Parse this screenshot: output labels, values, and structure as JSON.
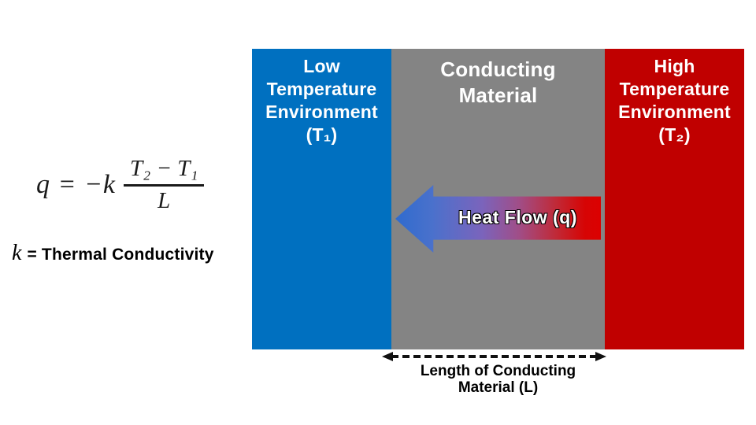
{
  "formula": {
    "lhs": "q = −k",
    "numerator": "T₂ − T₁",
    "denominator": "L",
    "k_symbol": "k",
    "k_definition": "= Thermal Conductivity"
  },
  "panels": {
    "low_temperature": {
      "label": "Low\nTemperature\nEnvironment\n(T₁)",
      "color": "#0070C0"
    },
    "conducting_material": {
      "label": "Conducting\nMaterial",
      "color": "#848484"
    },
    "high_temperature": {
      "label": "High\nTemperature\nEnvironment\n(T₂)",
      "color": "#C00000"
    }
  },
  "heat_arrow": {
    "label": "Heat Flow (q)",
    "direction": "right-to-left",
    "gradient_colors": [
      "#2F6BCE",
      "#7A64BC",
      "#C02A38",
      "#DC0000"
    ]
  },
  "length_indicator": {
    "label": "Length of Conducting\nMaterial (L)"
  }
}
